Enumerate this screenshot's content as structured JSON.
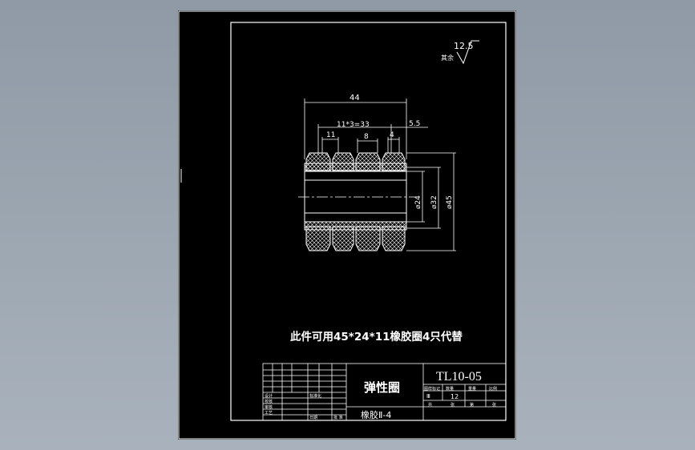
{
  "drawing": {
    "roughness": "12.5",
    "roughness_note": "其余",
    "dims": {
      "overall_width": "44",
      "pitch": "11*3=33",
      "tooth_top": "11",
      "tooth_width": "8",
      "tooth_tip": "4",
      "edge": "5.5",
      "bore": "⌀24",
      "root_dia": "⌀32",
      "outer_dia": "⌀45"
    },
    "note": "此件可用45*24*11橡胶圈4只代替"
  },
  "title_block": {
    "part_name": "弹性圈",
    "drawing_no": "TL10-05",
    "material": "橡胶Ⅱ-4",
    "hdr_c1": "图样标记",
    "hdr_c2": "数量",
    "hdr_c3": "重量",
    "hdr_c4": "比例",
    "mark": "Ⅲ",
    "qty": "12",
    "sheet_a": "共",
    "sheet_b": "张",
    "sheet_c": "第",
    "sheet_d": "张",
    "designer": "设计",
    "std": "标准化",
    "drafter": "校核",
    "checker": "审核",
    "process": "工艺",
    "approve": "日期",
    "cert": "批 准"
  },
  "colors": {
    "background": "#000000",
    "line": "#ffffff",
    "frame": "#ffffff"
  }
}
